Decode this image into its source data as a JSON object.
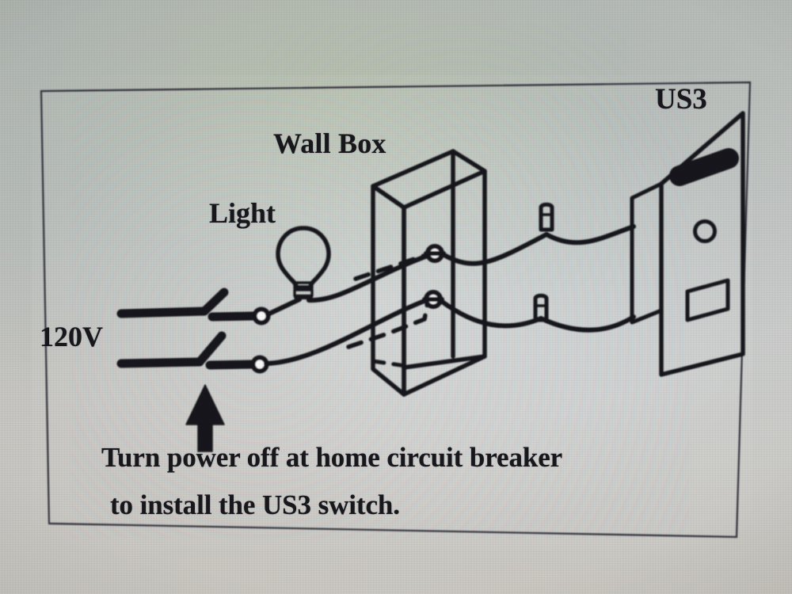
{
  "image": {
    "kind": "photo-of-screen",
    "subject": "US3 wall switch wiring installation diagram",
    "background_color": "#c3c5c2",
    "ink_color": "#17171c"
  },
  "diagram": {
    "frame": {
      "name": "diagram-border",
      "stroke": "#2a2a33"
    },
    "labels": {
      "wall_box": "Wall Box",
      "light": "Light",
      "us3": "US3",
      "supply_voltage": "120V"
    },
    "note": {
      "line1": "Turn power off at home circuit breaker",
      "line2": "to install the US3 switch.",
      "pointer": "up-arrow"
    },
    "components": [
      {
        "name": "light-bulb-icon",
        "label": "Light"
      },
      {
        "name": "supply-line-upper",
        "label": "120V"
      },
      {
        "name": "supply-line-lower",
        "label": "120V"
      },
      {
        "name": "cut-wire-upper",
        "label": ""
      },
      {
        "name": "cut-wire-lower",
        "label": ""
      },
      {
        "name": "terminal-upper",
        "label": ""
      },
      {
        "name": "terminal-lower",
        "label": ""
      },
      {
        "name": "wall-box-icon",
        "label": "Wall Box"
      },
      {
        "name": "splice-point-upper",
        "label": ""
      },
      {
        "name": "splice-point-lower",
        "label": ""
      },
      {
        "name": "wire-nut-upper",
        "label": ""
      },
      {
        "name": "wire-nut-lower",
        "label": ""
      },
      {
        "name": "us3-switch-icon",
        "label": "US3"
      },
      {
        "name": "us3-rocker-paddle",
        "label": ""
      },
      {
        "name": "us3-indicator-led",
        "label": ""
      },
      {
        "name": "us3-lower-window",
        "label": ""
      }
    ]
  }
}
